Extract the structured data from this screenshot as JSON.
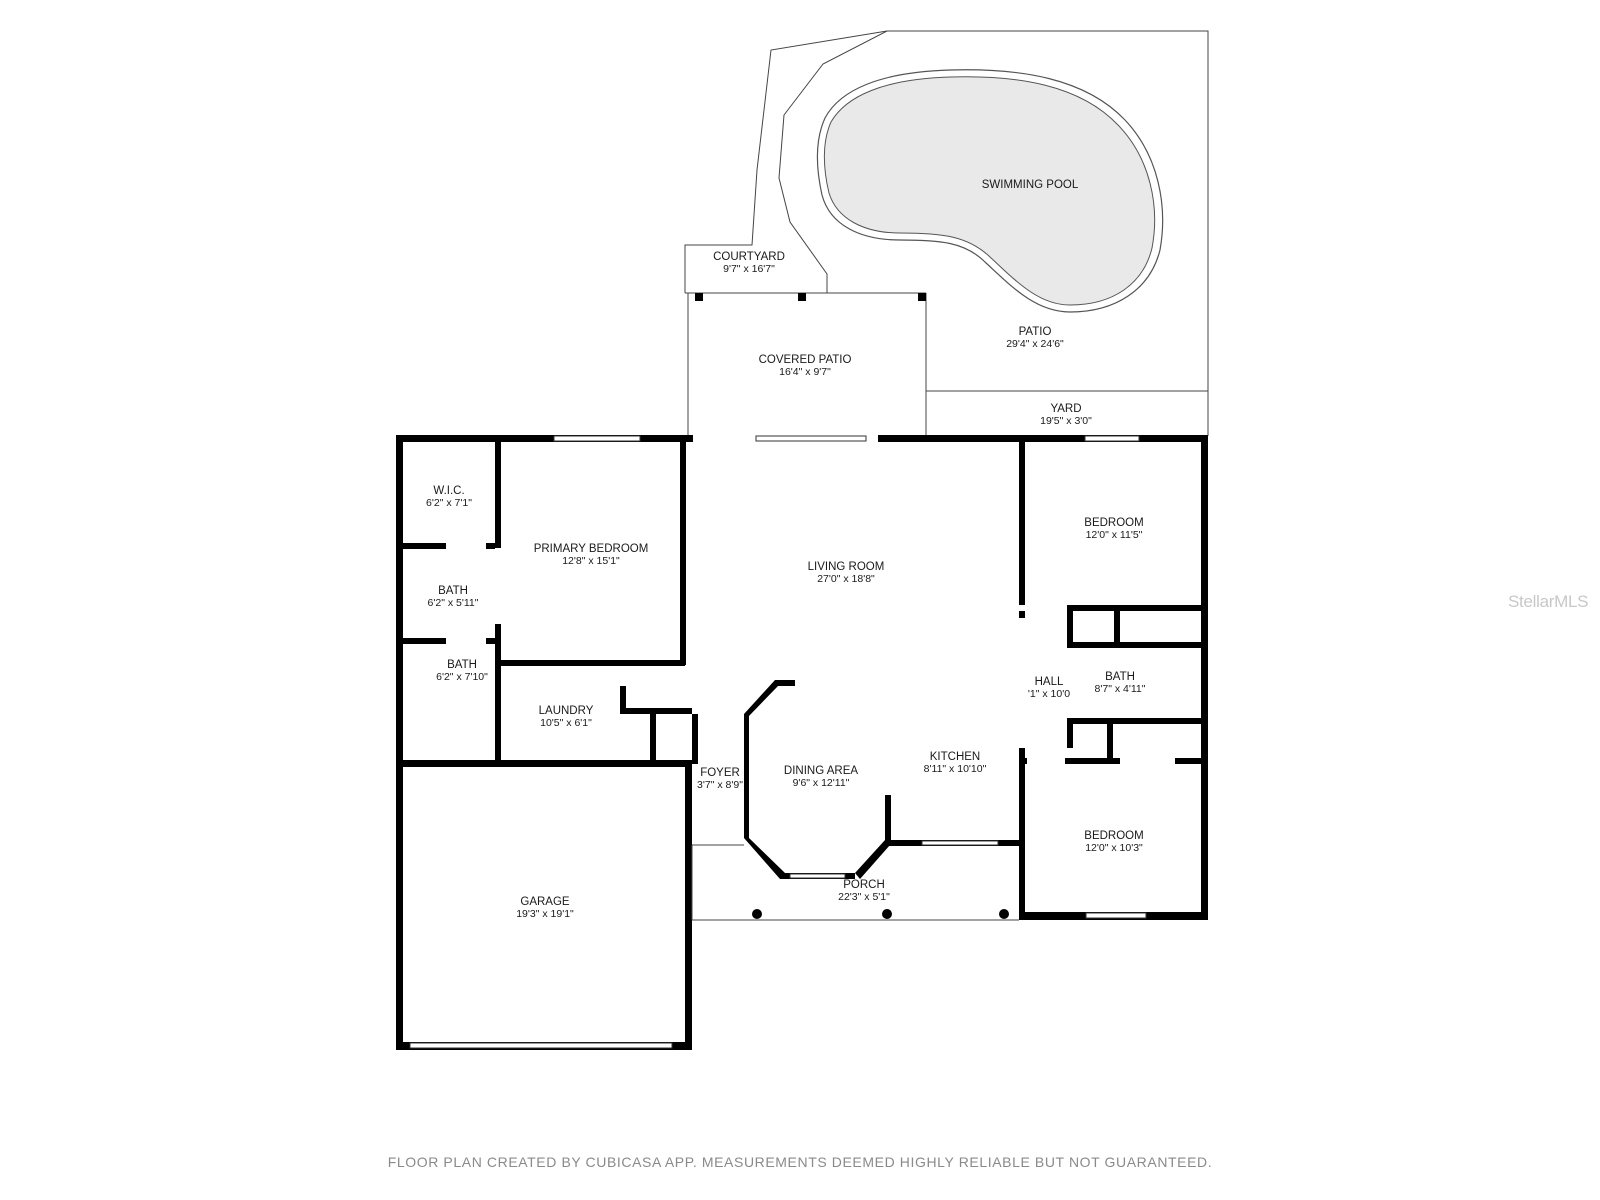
{
  "rooms": {
    "swimming_pool": {
      "name": "SWIMMING POOL",
      "dim": ""
    },
    "courtyard": {
      "name": "COURTYARD",
      "dim": "9'7\" x 16'7\""
    },
    "patio": {
      "name": "PATIO",
      "dim": "29'4\" x 24'6\""
    },
    "covered_patio": {
      "name": "COVERED PATIO",
      "dim": "16'4\" x 9'7\""
    },
    "yard": {
      "name": "YARD",
      "dim": "19'5\" x 3'0\""
    },
    "wic": {
      "name": "W.I.C.",
      "dim": "6'2\" x 7'1\""
    },
    "primary_bedroom": {
      "name": "PRIMARY BEDROOM",
      "dim": "12'8\" x 15'1\""
    },
    "bath1": {
      "name": "BATH",
      "dim": "6'2\" x 5'11\""
    },
    "bath2": {
      "name": "BATH",
      "dim": "6'2\" x 7'10\""
    },
    "laundry": {
      "name": "LAUNDRY",
      "dim": "10'5\" x 6'1\""
    },
    "living_room": {
      "name": "LIVING ROOM",
      "dim": "27'0\" x 18'8\""
    },
    "bedroom1": {
      "name": "BEDROOM",
      "dim": "12'0\" x 11'5\""
    },
    "hall": {
      "name": "HALL",
      "dim": "'1\" x 10'0"
    },
    "bath3": {
      "name": "BATH",
      "dim": "8'7\" x 4'11\""
    },
    "foyer": {
      "name": "FOYER",
      "dim": "3'7\" x 8'9\""
    },
    "dining_area": {
      "name": "DINING AREA",
      "dim": "9'6\" x 12'11\""
    },
    "kitchen": {
      "name": "KITCHEN",
      "dim": "8'11\" x 10'10\""
    },
    "bedroom2": {
      "name": "BEDROOM",
      "dim": "12'0\" x 10'3\""
    },
    "porch": {
      "name": "PORCH",
      "dim": "22'3\" x 5'1\""
    },
    "garage": {
      "name": "GARAGE",
      "dim": "19'3\" x 19'1\""
    }
  },
  "footer": "FLOOR PLAN CREATED BY CUBICASA APP. MEASUREMENTS DEEMED HIGHLY RELIABLE BUT NOT GUARANTEED.",
  "watermark": "StellarMLS",
  "colors": {
    "wall": "#000000",
    "pool": "#e9e9e9",
    "footer_text": "#8a8a8a",
    "watermark": "#c8c8c8"
  }
}
